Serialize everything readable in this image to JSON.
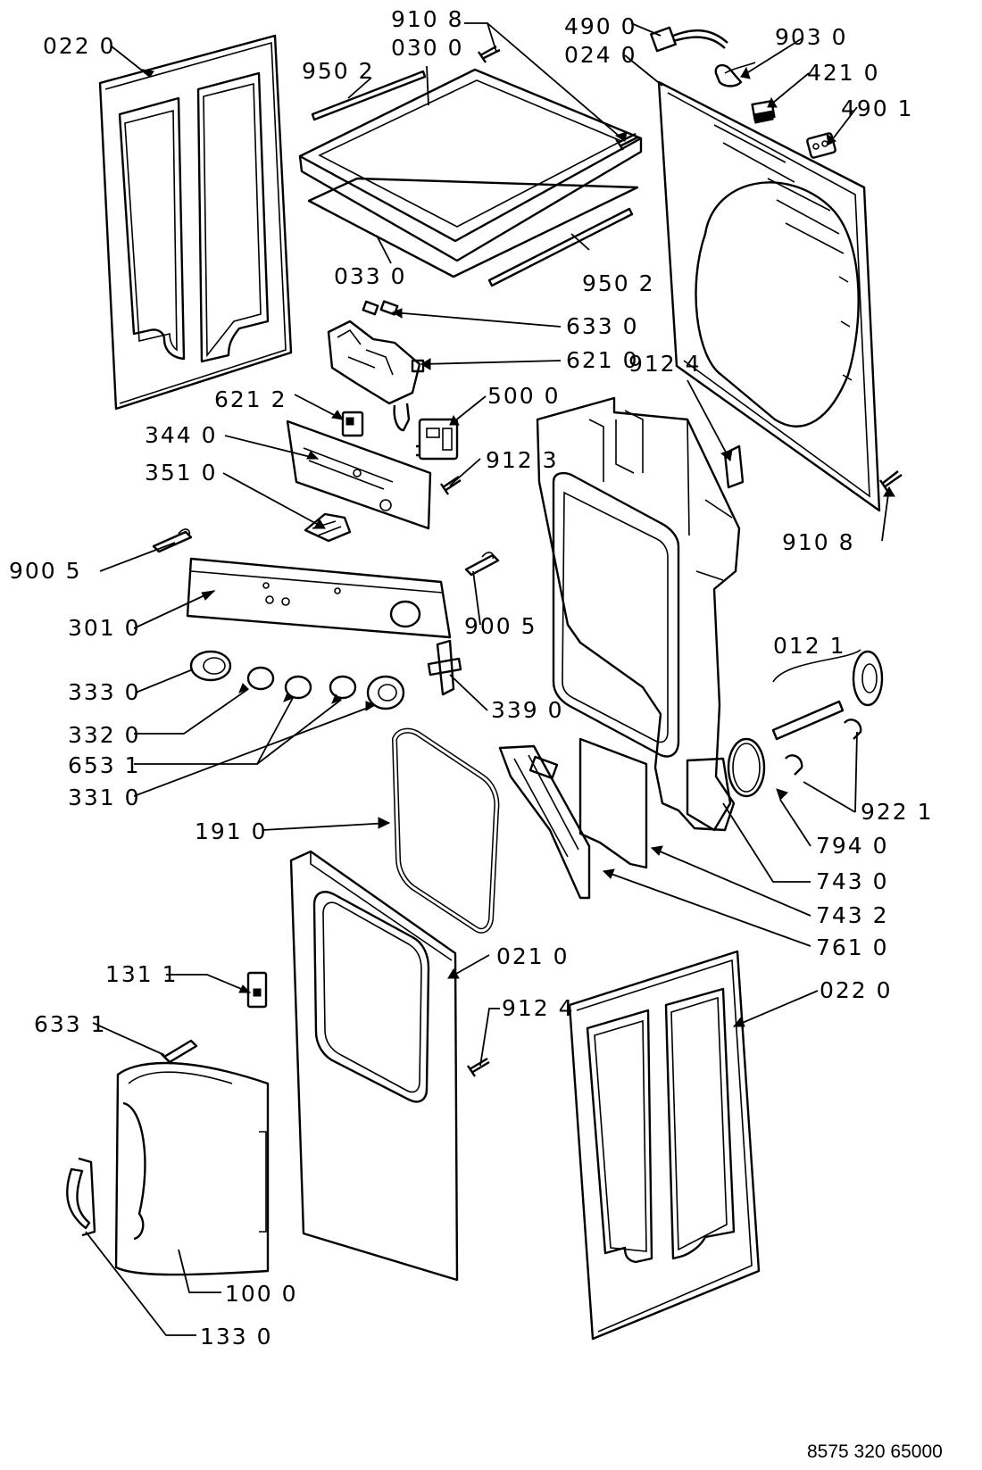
{
  "document_code": "8575 320 65000",
  "labels": {
    "l_022_0_a": "022 0",
    "l_910_8_a": "910 8",
    "l_030_0": "030 0",
    "l_490_0": "490 0",
    "l_024_0": "024 0",
    "l_903_0": "903 0",
    "l_950_2_a": "950 2",
    "l_421_0": "421 0",
    "l_490_1": "490 1",
    "l_033_0": "033 0",
    "l_950_2_b": "950 2",
    "l_633_0": "633 0",
    "l_621_0": "621 0",
    "l_912_4_a": "912 4",
    "l_621_2": "621 2",
    "l_500_0": "500 0",
    "l_344_0": "344 0",
    "l_912_3": "912 3",
    "l_351_0": "351 0",
    "l_910_8_b": "910 8",
    "l_900_5_a": "900 5",
    "l_301_0": "301 0",
    "l_900_5_b": "900 5",
    "l_012_1": "012 1",
    "l_333_0": "333 0",
    "l_339_0": "339 0",
    "l_332_0": "332 0",
    "l_653_1": "653 1",
    "l_331_0": "331 0",
    "l_922_1": "922 1",
    "l_191_0": "191 0",
    "l_794_0": "794 0",
    "l_743_0": "743 0",
    "l_743_2": "743 2",
    "l_761_0": "761 0",
    "l_021_0": "021 0",
    "l_131_1": "131 1",
    "l_912_4_b": "912 4",
    "l_022_0_b": "022 0",
    "l_633_1": "633 1",
    "l_100_0": "100 0",
    "l_133_0": "133 0"
  }
}
